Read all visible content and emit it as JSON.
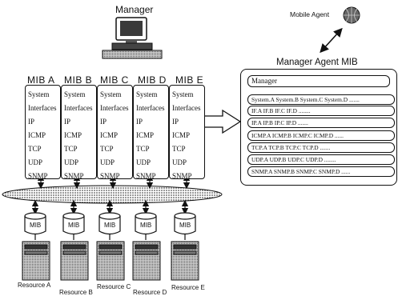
{
  "manager": {
    "label": "Manager"
  },
  "mobile_agent": {
    "label": "Mobile Agent"
  },
  "mib_columns": [
    {
      "title": "MIB A",
      "groups": [
        "System",
        "Interfaces",
        "IP",
        "ICMP",
        "TCP",
        "UDP",
        "SNMP"
      ]
    },
    {
      "title": "MIB B",
      "groups": [
        "System",
        "Interfaces",
        "IP",
        "ICMP",
        "TCP",
        "UDP",
        "SNMP"
      ]
    },
    {
      "title": "MIB C",
      "groups": [
        "System",
        "Interfaces",
        "IP",
        "ICMP",
        "TCP",
        "UDP",
        "SNMP"
      ]
    },
    {
      "title": "MIB D",
      "groups": [
        "System",
        "Interfaces",
        "IP",
        "ICMP",
        "TCP",
        "UDP",
        "SNMP"
      ]
    },
    {
      "title": "MIB E",
      "groups": [
        "System",
        "Interfaces",
        "IP",
        "ICMP",
        "TCP",
        "UDP",
        "SNMP"
      ]
    }
  ],
  "agent_mib": {
    "title": "Manager Agent MIB",
    "header": "Manager",
    "rows": [
      "System.A System.B System.C System.D .......",
      "IF.A IF.B IF.C IF.D ........",
      "IP.A IP.B IP.C IP.D .......",
      "ICMP.A ICMP.B ICMP.C ICMP.D ......",
      "TCP.A TCP.B TCP.C TCP.D .......",
      "UDP.A UDP.B UDP.C UDP.D ........",
      "SNMP.A SNMP.B SNMP.C SNMP.D ......"
    ]
  },
  "resources": [
    {
      "db_label": "MIB",
      "label": "Resource A"
    },
    {
      "db_label": "MIB",
      "label": "Resource B"
    },
    {
      "db_label": "MIB",
      "label": "Resource C"
    },
    {
      "db_label": "MIB",
      "label": "Resource D"
    },
    {
      "db_label": "MIB",
      "label": "Resource E"
    }
  ],
  "colors": {
    "ink": "#111111",
    "paper": "#ffffff",
    "screen": "#333333",
    "hatch": "#555555"
  }
}
